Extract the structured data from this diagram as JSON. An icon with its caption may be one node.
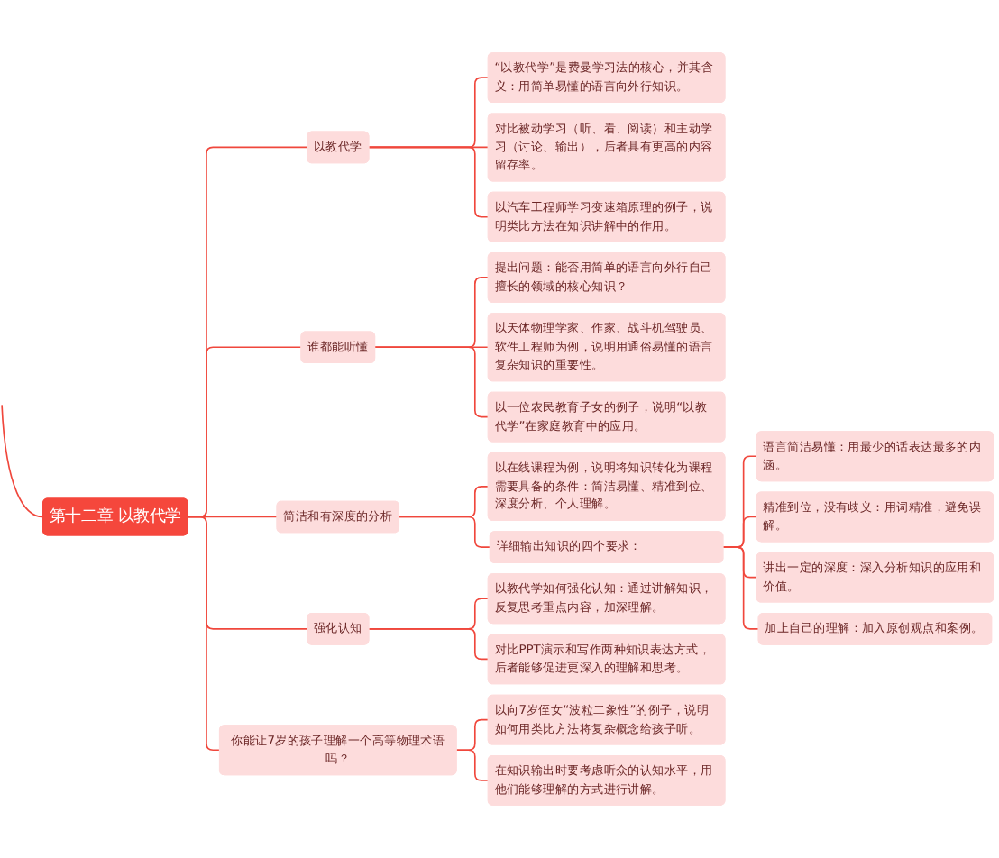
{
  "diagram": {
    "nodes": [
      {
        "text": [
          "第十二章 以教代学"
        ]
      },
      {
        "text": [
          "以教代学"
        ]
      },
      {
        "text": [
          "“以教代学”是费曼学习法的核心，并其含义：用简单易懂的语言向外行知识。"
        ]
      },
      {
        "text": [
          "对比被动学习（听、看、阅读）和主动学习（讨论、输出），后者具有更高的内容留存率。"
        ]
      },
      {
        "text": [
          "以汽车工程师学习变速箱原理的例子，说明类比方法在知识讲解中的作用。"
        ]
      },
      {
        "text": [
          "谁都能听懂"
        ]
      },
      {
        "text": [
          "提出问题：能否用简单的语言向外行自己擅长的领域的核心知识？"
        ]
      },
      {
        "text": [
          "以天体物理学家、作家、战斗机驾驶员、软件工程师为例，说明用通俗易懂的语言复杂知识的重要性。"
        ]
      },
      {
        "text": [
          "以一位农民教育子女的例子，说明“以教代学”在家庭教育中的应用。"
        ]
      },
      {
        "text": [
          "简洁和有深度的分析"
        ]
      },
      {
        "text": [
          "以在线课程为例，说明将知识转化为课程需要具备的条件：简洁易懂、精准到位、深度分析、个人理解。"
        ]
      },
      {
        "text": [
          "详细输出知识的四个要求："
        ]
      },
      {
        "text": [
          "语言简洁易懂：用最少的话表达最多的内涵。"
        ]
      },
      {
        "text": [
          "精准到位，没有歧义：用词精准，避免误解。"
        ]
      },
      {
        "text": [
          "讲出一定的深度：深入分析知识的应用和价值。"
        ]
      },
      {
        "text": [
          "加上自己的理解：加入原创观点和案例。"
        ]
      },
      {
        "text": [
          "强化认知"
        ]
      },
      {
        "text": [
          "以教代学如何强化认知：通过讲解知识，反复思考重点内容，加深理解。"
        ]
      },
      {
        "text": [
          "对比PPT演示和写作两种知识表达方式，后者能够促进更深入的理解和思考。"
        ]
      },
      {
        "text": [
          "你能让7岁的孩子理解一个高等物理术语吗？"
        ]
      },
      {
        "text": [
          "以向7岁侄女“波粒二象性”的例子，说明如何用类比方法将复杂概念给孩子听。"
        ]
      },
      {
        "text": [
          "在知识输出时要考虑听众的认知水平，用他们能够理解的方式进行讲解。"
        ]
      }
    ],
    "edges": [
      {
        "from": null,
        "to": 0,
        "arrow": "none"
      },
      {
        "from": 0,
        "to": 1,
        "arrow": "none"
      },
      {
        "from": 1,
        "to": 2,
        "arrow": "none"
      },
      {
        "from": 1,
        "to": 3,
        "arrow": "none"
      },
      {
        "from": 1,
        "to": 4,
        "arrow": "none"
      },
      {
        "from": 0,
        "to": 5,
        "arrow": "none"
      },
      {
        "from": 5,
        "to": 6,
        "arrow": "none"
      },
      {
        "from": 5,
        "to": 7,
        "arrow": "none"
      },
      {
        "from": 5,
        "to": 8,
        "arrow": "none"
      },
      {
        "from": 0,
        "to": 9,
        "arrow": "none"
      },
      {
        "from": 9,
        "to": 10,
        "arrow": "none"
      },
      {
        "from": 9,
        "to": 11,
        "arrow": "none"
      },
      {
        "from": 11,
        "to": 12,
        "arrow": "none"
      },
      {
        "from": 11,
        "to": 13,
        "arrow": "none"
      },
      {
        "from": 11,
        "to": 14,
        "arrow": "none"
      },
      {
        "from": 11,
        "to": 15,
        "arrow": "none"
      },
      {
        "from": 0,
        "to": 16,
        "arrow": "none"
      },
      {
        "from": 16,
        "to": 17,
        "arrow": "none"
      },
      {
        "from": 16,
        "to": 18,
        "arrow": "none"
      },
      {
        "from": 0,
        "to": 19,
        "arrow": "none"
      },
      {
        "from": 19,
        "to": 20,
        "arrow": "none"
      },
      {
        "from": 19,
        "to": 21,
        "arrow": "none"
      }
    ]
  }
}
